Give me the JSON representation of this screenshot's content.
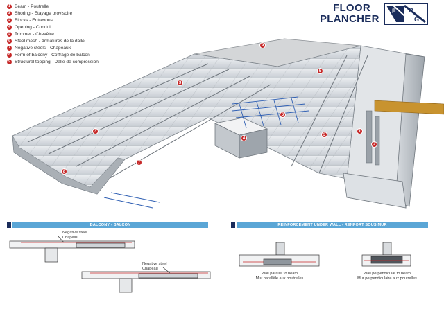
{
  "legend": [
    {
      "num": "1",
      "text": "Beam - Poutrelle"
    },
    {
      "num": "2",
      "text": "Shoring - Etayage provisoire"
    },
    {
      "num": "3",
      "text": "Blocks - Entrevous"
    },
    {
      "num": "4",
      "text": "Opening - Conduit"
    },
    {
      "num": "5",
      "text": "Trimmer - Chevêtre"
    },
    {
      "num": "6",
      "text": "Steel mesh - Armatures de la dalle"
    },
    {
      "num": "7",
      "text": "Negative steels - Chapeaux"
    },
    {
      "num": "8",
      "text": "Form of balcony - Coffrage de balcon"
    },
    {
      "num": "9",
      "text": "Structural topping - Dalle de compression"
    }
  ],
  "brand": {
    "line1": "FLOOR",
    "line2": "PLANCHER",
    "logo_letters": [
      "F",
      "R",
      "G"
    ]
  },
  "colors": {
    "brand_navy": "#1a2c5b",
    "band_blue": "#5aa6d6",
    "callout_red": "#c62828",
    "timber": "#c8932f"
  },
  "callouts": [
    "9",
    "5",
    "3",
    "6",
    "1",
    "3",
    "2",
    "4",
    "3",
    "7",
    "8"
  ],
  "bands": {
    "balcony": "BALCONY - BALCON",
    "reinforcement": "REINFORCEMENT UNDER WALL - RENFORT SOUS MUR"
  },
  "notes": {
    "neg1_l1": "Negative steel",
    "neg1_l2": "Chapeau",
    "neg2_l1": "Negative steel",
    "neg2_l2": "Chapeau",
    "wall_par_l1": "Wall parallel to beam",
    "wall_par_l2": "Mur parallèle aux poutrelles",
    "wall_perp_l1": "Wall perpendicular to beam",
    "wall_perp_l2": "Mur perpendiculaire aux poutrelles"
  }
}
